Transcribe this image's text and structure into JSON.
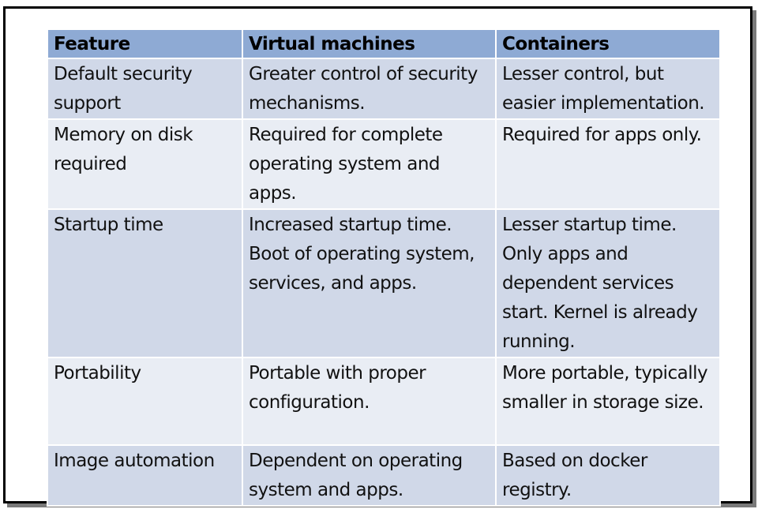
{
  "table": {
    "headers": [
      "Feature",
      "Virtual machines",
      "Containers"
    ],
    "rows": [
      {
        "feature": "Default security support",
        "vm": "Greater control of security mechanisms.",
        "containers": "Lesser control, but easier implementation."
      },
      {
        "feature": "Memory on disk required",
        "vm": "Required for complete operating system and apps.",
        "containers": "Required for apps only."
      },
      {
        "feature": "Startup time",
        "vm": "Increased startup time. Boot of operating system, services, and apps.",
        "containers": "Lesser startup time. Only apps and dependent services start. Kernel is already running."
      },
      {
        "feature": "Portability",
        "vm": "Portable with proper configuration.",
        "containers": "More portable, typically smaller in storage size."
      },
      {
        "feature": "Image automation",
        "vm": "Dependent on operating system and apps.",
        "containers": "Based on docker registry."
      }
    ]
  },
  "colors": {
    "header_bg": "#8eaad4",
    "row_dark_bg": "#d0d8e8",
    "row_light_bg": "#e9edf4",
    "frame_border": "#000000"
  }
}
